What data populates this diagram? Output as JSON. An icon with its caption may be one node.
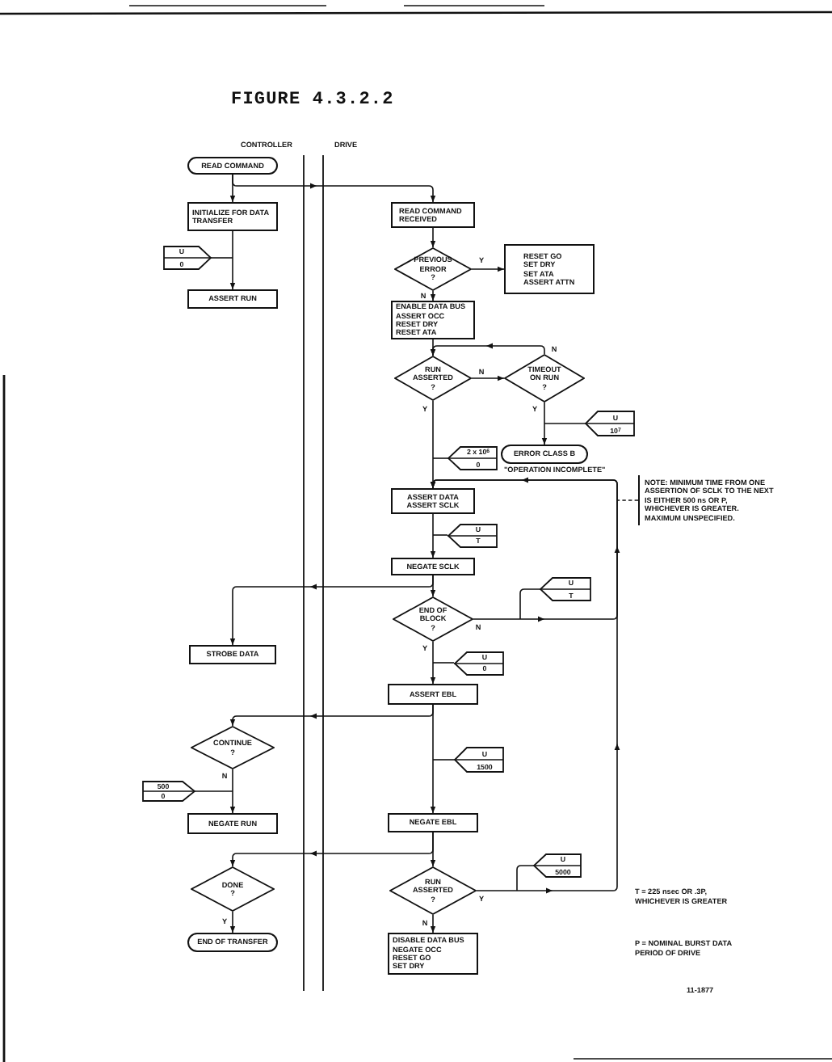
{
  "diagram": {
    "title": "FIGURE 4.3.2.2",
    "nodes": [
      {
        "text": [
          "READ COMMAND"
        ]
      },
      {
        "text": [
          "INITIALIZE FOR DATA TRANSFER"
        ]
      },
      {
        "text": [
          "U",
          "0"
        ]
      },
      {
        "text": [
          "ASSERT RUN"
        ]
      },
      {
        "text": [
          "READ COMMAND RECEIVED"
        ]
      },
      {
        "text": [
          "PREVIOUS ERROR ?"
        ]
      },
      {
        "text": [
          "RESET GO",
          "SET DRY",
          "SET ATA",
          "ASSERT ATTN"
        ]
      },
      {
        "text": [
          "ENABLE DATA BUS",
          "ASSERT OCC",
          "RESET DRY",
          "RESET ATA"
        ]
      },
      {
        "text": [
          "RUN ASSERTED ?"
        ]
      },
      {
        "text": [
          "TIMEOUT ON RUN ?"
        ]
      },
      {
        "text": [
          "U",
          "10$^{7}$"
        ]
      },
      {
        "text": [
          "ERROR CLASS B"
        ],
        "beside": [
          "\"OPERATION INCOMPLETE\""
        ]
      },
      {
        "text": [
          "2 x 10$^{6}$",
          "0"
        ]
      },
      {
        "text": [
          "ASSERT DATA",
          "ASSERT SCLK"
        ]
      },
      {
        "text": [
          "U",
          "T"
        ]
      },
      {
        "text": [
          "NEGATE SCLK"
        ]
      },
      {
        "text": [
          "END OF BLOCK ?"
        ]
      },
      {
        "text": [
          "U",
          "T"
        ]
      },
      {
        "text": [
          "STROBE DATA"
        ]
      },
      {
        "text": [
          "U",
          "0"
        ]
      },
      {
        "text": [
          "ASSERT EBL"
        ]
      },
      {
        "text": [
          "CONTINUE ?"
        ]
      },
      {
        "text": [
          "U",
          "1500"
        ]
      },
      {
        "text": [
          "500",
          "0"
        ]
      },
      {
        "text": [
          "NEGATE RUN"
        ]
      },
      {
        "text": [
          "NEGATE EBL"
        ]
      },
      {
        "text": [
          "DONE ?"
        ]
      },
      {
        "text": [
          "RUN ASSERTED ?"
        ]
      },
      {
        "text": [
          "U",
          "5000"
        ]
      },
      {
        "text": [
          "END OF TRANSFER"
        ]
      },
      {
        "text": [
          "DISABLE DATA BUS",
          "NEGATE OCC",
          "RESET GO",
          "SET DRY"
        ]
      },
      {
        "text": [
          "NOTE: MINIMUM TIME FROM ONE ASSERTION OF SCLK TO THE NEXT IS EITHER 500 ns OR P, WHICHEVER IS GREATER. MAXIMUM UNSPECIFIED."
        ]
      }
    ],
    "edges": [
      {
        "from": 0,
        "to": 1,
        "arrow": "to"
      },
      {
        "from": 0,
        "to": 4,
        "arrow": "to"
      },
      {
        "from": 2,
        "to": null,
        "arrow": "none"
      },
      {
        "from": 1,
        "to": 3,
        "arrow": "to"
      },
      {
        "from": 4,
        "to": 5,
        "arrow": "to"
      },
      {
        "from": 5,
        "to": 6,
        "arrow": "to",
        "label": "Y"
      },
      {
        "from": 5,
        "to": 7,
        "arrow": "to",
        "label": "N"
      },
      {
        "from": 7,
        "to": 8,
        "arrow": "to"
      },
      {
        "from": 8,
        "to": 9,
        "arrow": "to",
        "label": "N"
      },
      {
        "from": 9,
        "to": 8,
        "arrow": "to",
        "label": "N"
      },
      {
        "from": 9,
        "to": 11,
        "arrow": "to",
        "label": "Y"
      },
      {
        "from": 10,
        "to": null,
        "arrow": "none"
      },
      {
        "from": 8,
        "to": 13,
        "arrow": "to",
        "label": "Y"
      },
      {
        "from": 12,
        "to": null,
        "arrow": "none"
      },
      {
        "from": 13,
        "to": 15,
        "arrow": "to"
      },
      {
        "from": 14,
        "to": null,
        "arrow": "none"
      },
      {
        "from": 15,
        "to": 16,
        "arrow": "to"
      },
      {
        "from": 15,
        "to": 18,
        "arrow": "to"
      },
      {
        "from": 16,
        "to": 20,
        "arrow": "to",
        "label": "Y"
      },
      {
        "from": 16,
        "to": 13,
        "arrow": "to",
        "label": "N"
      },
      {
        "from": 17,
        "to": null,
        "arrow": "none"
      },
      {
        "from": 19,
        "to": null,
        "arrow": "none"
      },
      {
        "from": 20,
        "to": 25,
        "arrow": "to"
      },
      {
        "from": 20,
        "to": 21,
        "arrow": "to"
      },
      {
        "from": 22,
        "to": null,
        "arrow": "none"
      },
      {
        "from": 21,
        "to": 24,
        "arrow": "to",
        "label": "N"
      },
      {
        "from": 23,
        "to": null,
        "arrow": "none"
      },
      {
        "from": 25,
        "to": 27,
        "arrow": "to"
      },
      {
        "from": 25,
        "to": 26,
        "arrow": "to"
      },
      {
        "from": 26,
        "to": 29,
        "arrow": "to",
        "label": "Y"
      },
      {
        "from": 27,
        "to": 30,
        "arrow": "to",
        "label": "N"
      },
      {
        "from": 27,
        "to": 13,
        "arrow": "to",
        "label": "Y"
      },
      {
        "from": 28,
        "to": null,
        "arrow": "none"
      },
      {
        "from": 31,
        "to": null,
        "arrow": "none",
        "style": "dashed"
      }
    ],
    "labels": [
      "CONTROLLER",
      "DRIVE",
      "T = 225 nsec OR .3P, WHICHEVER IS GREATER",
      "P = NOMINAL BURST DATA PERIOD OF DRIVE",
      "11-1877"
    ]
  }
}
